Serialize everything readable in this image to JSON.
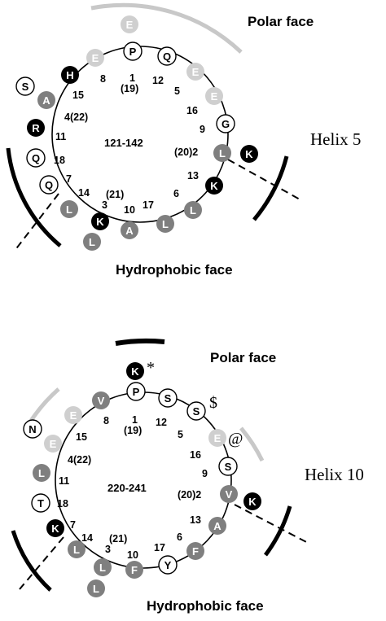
{
  "colors": {
    "polar_white": "#ffffff",
    "charged_light": "#cfcfcf",
    "hydrophobic_gray": "#7f7f7f",
    "basic_black": "#000000",
    "arc_light": "#c8c8c8",
    "arc_dark": "#000000"
  },
  "positions": [
    "1",
    "(19)",
    "12",
    "5",
    "16",
    "9",
    "(20)2",
    "13",
    "6",
    "17",
    "10",
    "3",
    "(21)",
    "14",
    "7",
    "18",
    "11",
    "4(22)",
    "15",
    "8"
  ],
  "helices": [
    {
      "name": "Helix 5",
      "range": "121-142",
      "polar_face_label": "Polar face",
      "hydrophobic_face_label": "Hydrophobic face",
      "residues": [
        {
          "letter": "E",
          "type": "charged"
        },
        {
          "letter": "P",
          "type": "polar"
        },
        {
          "letter": "Q",
          "type": "polar"
        },
        {
          "letter": "E",
          "type": "charged"
        },
        {
          "letter": "E",
          "type": "charged"
        },
        {
          "letter": "G",
          "type": "polar"
        },
        {
          "letter": "L",
          "type": "hydrophobic"
        },
        {
          "letter": "K",
          "type": "basic"
        },
        {
          "letter": "K",
          "type": "basic"
        },
        {
          "letter": "L",
          "type": "hydrophobic"
        },
        {
          "letter": "L",
          "type": "hydrophobic"
        },
        {
          "letter": "A",
          "type": "hydrophobic"
        },
        {
          "letter": "K",
          "type": "basic"
        },
        {
          "letter": "L",
          "type": "hydrophobic"
        },
        {
          "letter": "L",
          "type": "hydrophobic"
        },
        {
          "letter": "Q",
          "type": "polar"
        },
        {
          "letter": "Q",
          "type": "polar"
        },
        {
          "letter": "R",
          "type": "basic"
        },
        {
          "letter": "S",
          "type": "polar"
        },
        {
          "letter": "A",
          "type": "hydrophobic"
        },
        {
          "letter": "H",
          "type": "basic"
        },
        {
          "letter": "E",
          "type": "charged"
        }
      ]
    },
    {
      "name": "Helix 10",
      "range": "220-241",
      "polar_face_label": "Polar face",
      "hydrophobic_face_label": "Hydrophobic face",
      "residues": [
        {
          "letter": "K",
          "type": "basic",
          "mark": "*"
        },
        {
          "letter": "P",
          "type": "polar"
        },
        {
          "letter": "S",
          "type": "polar"
        },
        {
          "letter": "S",
          "type": "polar",
          "mark": "$"
        },
        {
          "letter": "E",
          "type": "charged",
          "mark": "@"
        },
        {
          "letter": "S",
          "type": "polar"
        },
        {
          "letter": "V",
          "type": "hydrophobic"
        },
        {
          "letter": "K",
          "type": "basic"
        },
        {
          "letter": "A",
          "type": "hydrophobic"
        },
        {
          "letter": "F",
          "type": "hydrophobic"
        },
        {
          "letter": "Y",
          "type": "polar"
        },
        {
          "letter": "F",
          "type": "hydrophobic"
        },
        {
          "letter": "L",
          "type": "hydrophobic"
        },
        {
          "letter": "L",
          "type": "hydrophobic"
        },
        {
          "letter": "L",
          "type": "hydrophobic"
        },
        {
          "letter": "K",
          "type": "basic"
        },
        {
          "letter": "T",
          "type": "polar"
        },
        {
          "letter": "L",
          "type": "hydrophobic"
        },
        {
          "letter": "E",
          "type": "charged"
        },
        {
          "letter": "N",
          "type": "polar"
        },
        {
          "letter": "E",
          "type": "charged"
        },
        {
          "letter": "V",
          "type": "hydrophobic"
        }
      ]
    }
  ]
}
